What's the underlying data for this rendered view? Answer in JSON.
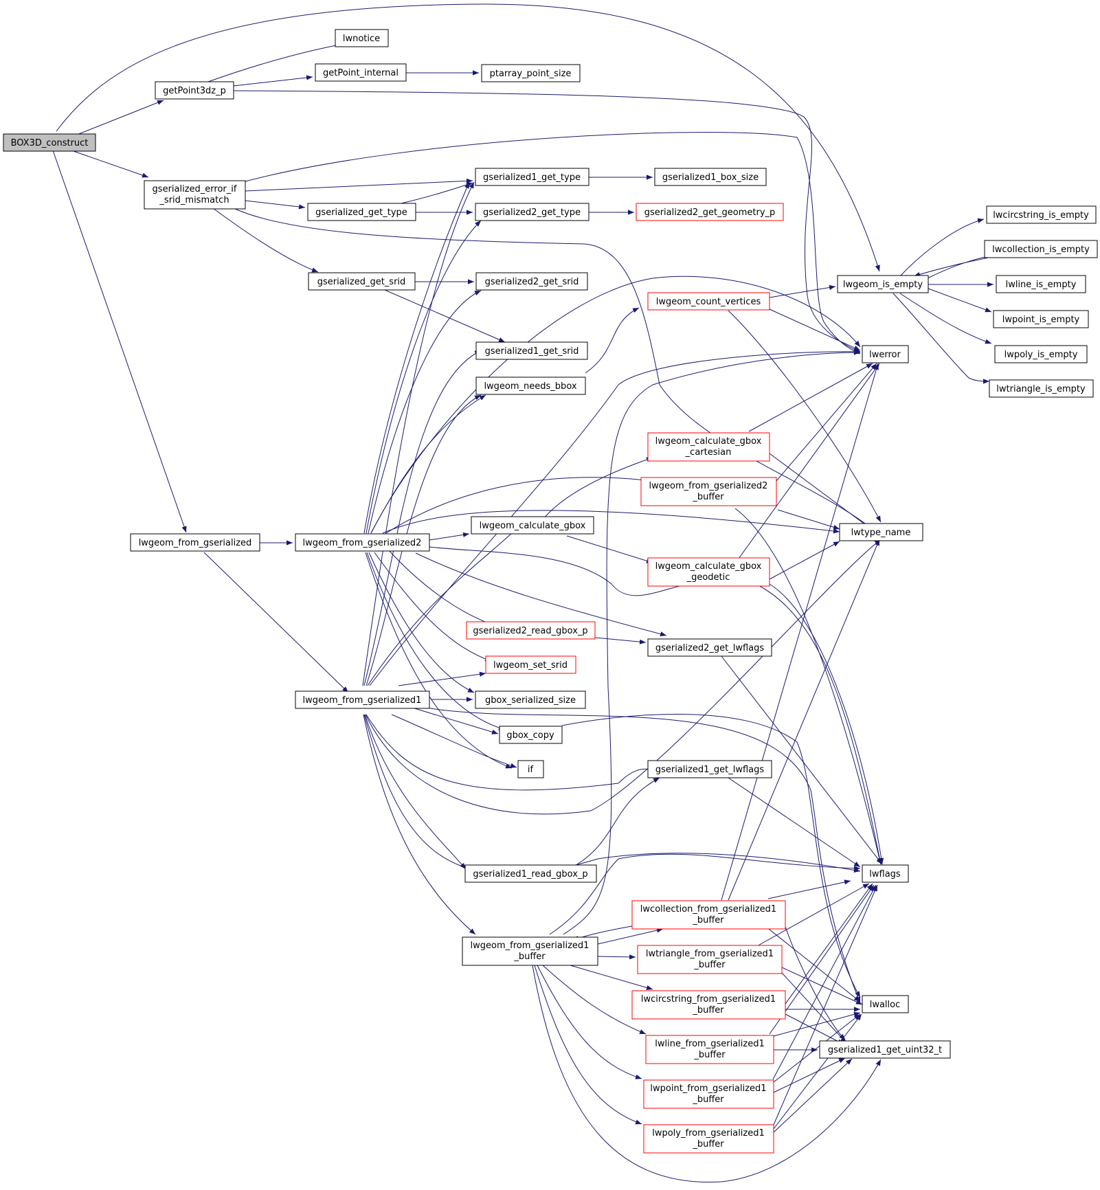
{
  "diagram": {
    "kind": "call-graph",
    "colors": {
      "edge": "#191970",
      "node_border": "#000000",
      "incomplete_border": "#ff0000",
      "root_fill": "#bfbfbf"
    },
    "nodes": {
      "box3d_construct": [
        "BOX3D_construct"
      ],
      "getpoint3dz_p": [
        "getPoint3dz_p"
      ],
      "lwnotice": [
        "lwnotice"
      ],
      "getpoint_internal": [
        "getPoint_internal"
      ],
      "ptarray_point_size": [
        "ptarray_point_size"
      ],
      "gserialized_error_if_srid_mismatch": [
        "gserialized_error_if",
        "_srid_mismatch"
      ],
      "gserialized1_get_type": [
        "gserialized1_get_type"
      ],
      "gserialized1_box_size": [
        "gserialized1_box_size"
      ],
      "gserialized_get_type": [
        "gserialized_get_type"
      ],
      "gserialized2_get_type": [
        "gserialized2_get_type"
      ],
      "gserialized2_get_geometry_p": [
        "gserialized2_get_geometry_p"
      ],
      "gserialized_get_srid": [
        "gserialized_get_srid"
      ],
      "gserialized2_get_srid": [
        "gserialized2_get_srid"
      ],
      "gserialized1_get_srid": [
        "gserialized1_get_srid"
      ],
      "lwgeom_needs_bbox": [
        "lwgeom_needs_bbox"
      ],
      "lwgeom_count_vertices": [
        "lwgeom_count_vertices"
      ],
      "lwgeom_is_empty": [
        "lwgeom_is_empty"
      ],
      "lwerror": [
        "lwerror"
      ],
      "lwcircstring_is_empty": [
        "lwcircstring_is_empty"
      ],
      "lwcollection_is_empty": [
        "lwcollection_is_empty"
      ],
      "lwline_is_empty": [
        "lwline_is_empty"
      ],
      "lwpoint_is_empty": [
        "lwpoint_is_empty"
      ],
      "lwpoly_is_empty": [
        "lwpoly_is_empty"
      ],
      "lwtriangle_is_empty": [
        "lwtriangle_is_empty"
      ],
      "lwgeom_calculate_gbox_cartesian": [
        "lwgeom_calculate_gbox",
        "_cartesian"
      ],
      "lwgeom_from_gserialized2_buffer": [
        "lwgeom_from_gserialized2",
        "_buffer"
      ],
      "lwgeom_calculate_gbox": [
        "lwgeom_calculate_gbox"
      ],
      "lwtype_name": [
        "lwtype_name"
      ],
      "lwgeom_from_gserialized": [
        "lwgeom_from_gserialized"
      ],
      "lwgeom_from_gserialized2": [
        "lwgeom_from_gserialized2"
      ],
      "lwgeom_calculate_gbox_geodetic": [
        "lwgeom_calculate_gbox",
        "_geodetic"
      ],
      "gserialized2_read_gbox_p": [
        "gserialized2_read_gbox_p"
      ],
      "gserialized2_get_lwflags": [
        "gserialized2_get_lwflags"
      ],
      "lwgeom_set_srid": [
        "lwgeom_set_srid"
      ],
      "lwgeom_from_gserialized1": [
        "lwgeom_from_gserialized1"
      ],
      "gbox_serialized_size": [
        "gbox_serialized_size"
      ],
      "gbox_copy": [
        "gbox_copy"
      ],
      "if": [
        "if"
      ],
      "gserialized1_get_lwflags": [
        "gserialized1_get_lwflags"
      ],
      "gserialized1_read_gbox_p": [
        "gserialized1_read_gbox_p"
      ],
      "lwflags": [
        "lwflags"
      ],
      "lwcollection_from_gserialized1_buffer": [
        "lwcollection_from_gserialized1",
        "_buffer"
      ],
      "lwgeom_from_gserialized1_buffer": [
        "lwgeom_from_gserialized1",
        "_buffer"
      ],
      "lwtriangle_from_gserialized1_buffer": [
        "lwtriangle_from_gserialized1",
        "_buffer"
      ],
      "lwcircstring_from_gserialized1_buffer": [
        "lwcircstring_from_gserialized1",
        "_buffer"
      ],
      "lwalloc": [
        "lwalloc"
      ],
      "lwline_from_gserialized1_buffer": [
        "lwline_from_gserialized1",
        "_buffer"
      ],
      "gserialized1_get_uint32_t": [
        "gserialized1_get_uint32_t"
      ],
      "lwpoint_from_gserialized1_buffer": [
        "lwpoint_from_gserialized1",
        "_buffer"
      ],
      "lwpoly_from_gserialized1_buffer": [
        "lwpoly_from_gserialized1",
        "_buffer"
      ]
    }
  }
}
